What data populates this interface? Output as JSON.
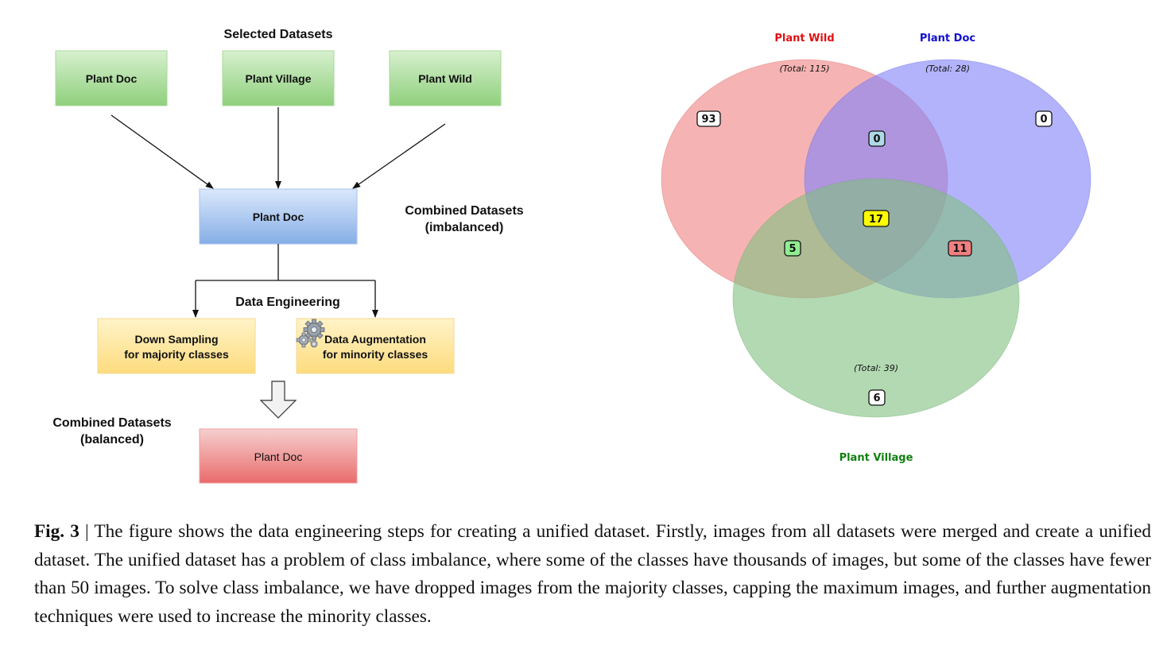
{
  "flowchart": {
    "selected_title": "Selected Datasets",
    "sources": [
      "Plant Doc",
      "Plant Village",
      "Plant Wild"
    ],
    "combined_box": "Plant Doc",
    "combined_label_line1": "Combined Datasets",
    "combined_label_line2": "(imbalanced)",
    "data_engineering_label": "Data Engineering",
    "down_sampling_line1": "Down Sampling",
    "down_sampling_line2": "for majority classes",
    "augmentation_line1": "Data Augmentation",
    "augmentation_line2": "for minority classes",
    "balanced_label_line1": "Combined Datasets",
    "balanced_label_line2": "(balanced)",
    "balanced_box": "Plant Doc",
    "gear_icon": "gears-icon"
  },
  "venn": {
    "sets": [
      {
        "name": "Plant Wild",
        "total_label": "(Total: 115)",
        "color": "#f08080",
        "title_color": "#e01010"
      },
      {
        "name": "Plant Doc",
        "total_label": "(Total: 28)",
        "color": "#8080f8",
        "title_color": "#1010d0"
      },
      {
        "name": "Plant Village",
        "total_label": "(Total: 39)",
        "color": "#80c080",
        "title_color": "#108010"
      }
    ],
    "regions": {
      "wild_only": "93",
      "doc_only": "0",
      "village_only": "6",
      "wild_doc": "0",
      "wild_village": "5",
      "doc_village": "11",
      "all_three": "17"
    },
    "region_colors": {
      "wild_only": "#ffffff",
      "doc_only": "#ffffff",
      "village_only": "#ffffff",
      "wild_doc": "#add8e6",
      "wild_village": "#90ee90",
      "doc_village": "#f08080",
      "all_three": "#ffff00"
    }
  },
  "caption": {
    "fig_label": "Fig. 3",
    "separator": " | ",
    "text": "The figure shows the data engineering steps for creating a unified dataset. Firstly, images from all datasets were merged and create a unified dataset. The unified dataset has a problem of class imbalance, where some of the classes have thousands of images, but some of the classes have fewer than 50 images. To solve class imbalance, we have dropped images from the majority classes, capping the maximum images, and further augmentation techniques were used to increase the minority classes."
  }
}
